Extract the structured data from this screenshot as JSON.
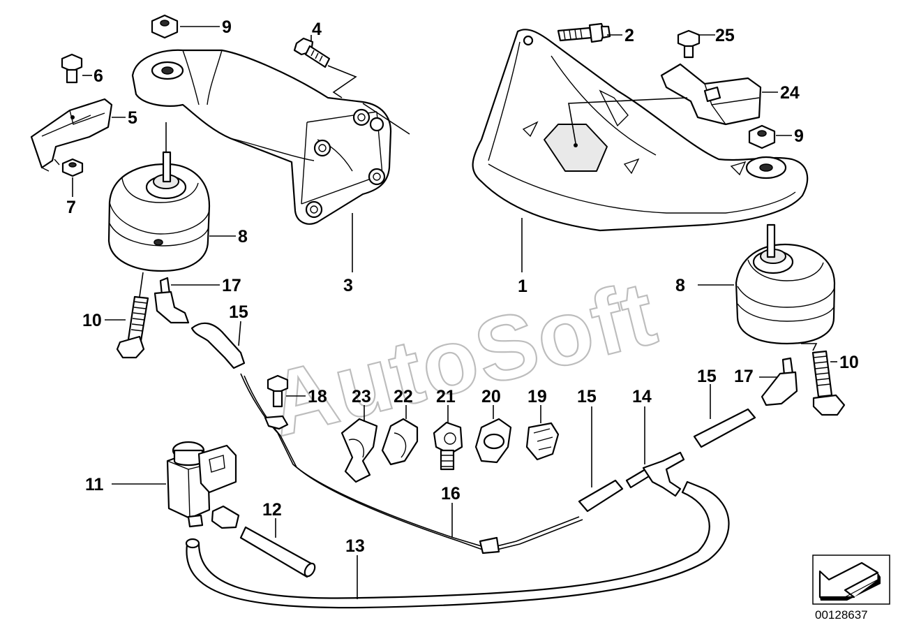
{
  "diagram": {
    "callouts": [
      "1",
      "2",
      "3",
      "4",
      "5",
      "6",
      "7",
      "8",
      "8",
      "9",
      "9",
      "10",
      "10",
      "11",
      "12",
      "13",
      "14",
      "15",
      "15",
      "15",
      "16",
      "17",
      "17",
      "18",
      "19",
      "20",
      "21",
      "22",
      "23",
      "24",
      "25"
    ],
    "watermark": "AutoSoft",
    "drawing_code": "00128637",
    "icon": "direction-arrow-icon"
  }
}
